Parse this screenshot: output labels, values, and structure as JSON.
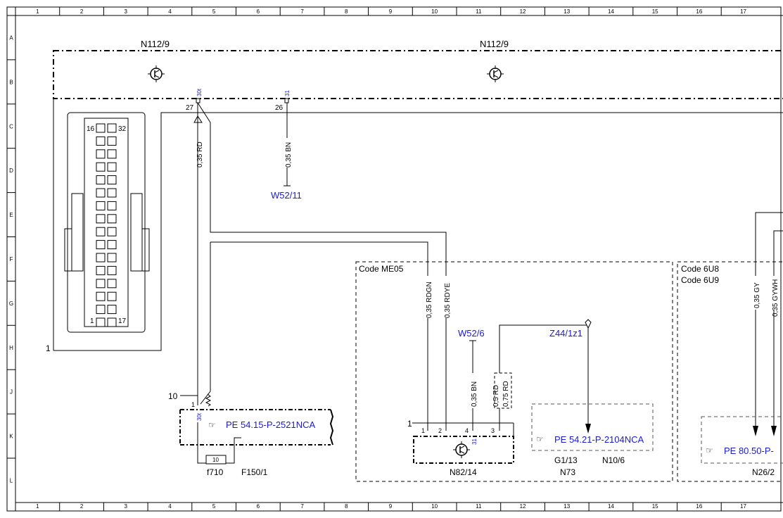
{
  "grid": {
    "columns": [
      "1",
      "2",
      "3",
      "4",
      "5",
      "6",
      "7",
      "8",
      "9",
      "10",
      "11",
      "12",
      "13",
      "14",
      "15",
      "16",
      "17"
    ],
    "rows": [
      "A",
      "B",
      "C",
      "D",
      "E",
      "F",
      "G",
      "H",
      "J",
      "K",
      "L"
    ]
  },
  "components": {
    "n112_left": "N112/9",
    "n112_right": "N112/9",
    "connector_pin16": "16",
    "connector_pin32": "32",
    "connector_pin1": "1",
    "connector_pin17": "17",
    "connector_label": "1",
    "pin27": "27",
    "pin26": "26",
    "pin30t_top": "30t",
    "pin31_top": "31",
    "w52_11": "W52/11",
    "w52_6": "W52/6",
    "z44": "Z44/1z1",
    "code_me05": "Code ME05",
    "code_6u8": "Code 6U8",
    "code_6u9": "Code 6U9",
    "label_10": "10",
    "pin_1_left": "1",
    "pin30t_bottom": "30t",
    "pe_left": "PE 54.15-P-2521NCA",
    "fuse_value": "10",
    "f710": "f710",
    "f150": "F150/1",
    "n82_box_label": "1",
    "n82_pin1": "1",
    "n82_pin2": "2",
    "n82_pin4": "4",
    "n82_pin3": "3",
    "n82_pin31": "31",
    "n82_name": "N82/14",
    "pe_mid": "PE 54.21-P-2104NCA",
    "g1_13": "G1/13",
    "n10_6": "N10/6",
    "n73": "N73",
    "pe_right": "PE 80.50-P-",
    "n26": "N26/2"
  },
  "wires": {
    "w_035rd_top": "0,35 RD",
    "w_035bn_top": "0,35 BN",
    "w_035rdgn": "0,35 RDGN",
    "w_035rdye": "0,35 RDYE",
    "w_035bn_mid": "0,35 BN",
    "w_05rd": "0,5 RD",
    "w_075rd": "0,75 RD",
    "w_035gy": "0,35 GY",
    "w_035gywh": "0,35 GYWH"
  },
  "colors": {
    "link": "#1a1ad6",
    "line": "#000000"
  },
  "icons": {
    "transistor": "transistor-icon",
    "hand": "pointing-hand-icon"
  }
}
